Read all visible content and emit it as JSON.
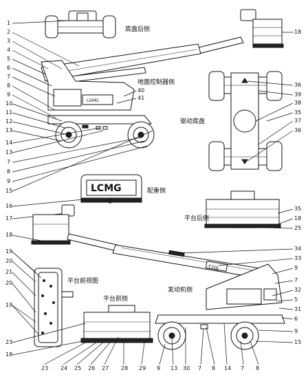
{
  "labels": {
    "chassis_rear": "底盘后侧",
    "ground_control_side": "地面控制器侧",
    "drive_chassis": "驱动底盘",
    "counterweight_side": "配重侧",
    "platform_rear": "平台后侧",
    "platform_front_view": "平台前视图",
    "platform_front": "平台前侧",
    "engine_side": "发动机侧"
  },
  "brand_text": {
    "chassis_logo": "LGMG",
    "counterweight_logo": "LCMG",
    "boom_text": "T20J"
  },
  "callouts": {
    "top_left": [
      "1",
      "2",
      "3",
      "4",
      "5",
      "6",
      "7",
      "8",
      "9",
      "10",
      "11",
      "12",
      "13",
      "14",
      "13",
      "7",
      "8",
      "9",
      "15"
    ],
    "top_mid": [
      "40",
      "41"
    ],
    "top_right": [
      "18"
    ],
    "drive_chassis": [
      "36",
      "39",
      "38",
      "35",
      "37",
      "36"
    ],
    "mid_left": [
      "16",
      "17"
    ],
    "platform_rear": [
      "35",
      "18",
      "25"
    ],
    "boom2": [
      "18",
      "34",
      "33",
      "9"
    ],
    "platform_front_view": [
      "19",
      "20",
      "21",
      "20",
      "19"
    ],
    "engine_side": [
      "7",
      "32",
      "5",
      "31",
      "6",
      "9",
      "15"
    ],
    "bottom_left": [
      "23",
      "18"
    ],
    "bottom_row": [
      "23",
      "24",
      "25",
      "26",
      "27",
      "28",
      "29",
      "9",
      "13",
      "30",
      "7",
      "8",
      "14",
      "7",
      "8"
    ]
  }
}
